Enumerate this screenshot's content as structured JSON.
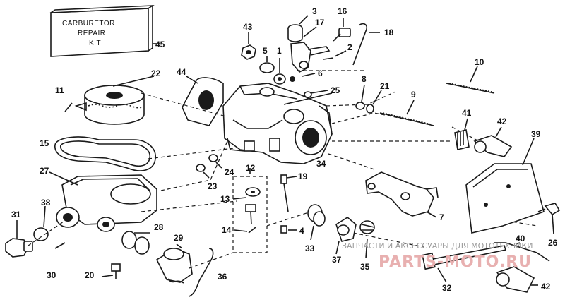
{
  "kit_box": {
    "line1": "CARBURETOR",
    "line2": "REPAIR",
    "line3": "KIT"
  },
  "watermark": {
    "line1": "ЗАПЧАСТИ И АКСЕССУАРЫ ДЛЯ МОТОТЕХНИКИ",
    "line2": "PARTS-MOTO.RU"
  },
  "callouts": {
    "n1": "1",
    "n2": "2",
    "n3": "3",
    "n4": "4",
    "n5": "5",
    "n6": "6",
    "n7": "7",
    "n8": "8",
    "n9": "9",
    "n10": "10",
    "n11": "11",
    "n12": "12",
    "n13": "13",
    "n14": "14",
    "n15": "15",
    "n16": "16",
    "n17": "17",
    "n18": "18",
    "n19": "19",
    "n20": "20",
    "n21": "21",
    "n22": "22",
    "n23": "23",
    "n24": "24",
    "n25": "25",
    "n26": "26",
    "n27": "27",
    "n28": "28",
    "n29": "29",
    "n30": "30",
    "n31": "31",
    "n32": "32",
    "n33": "33",
    "n34": "34",
    "n35": "35",
    "n36": "36",
    "n37": "37",
    "n38": "38",
    "n39": "39",
    "n40": "40",
    "n41": "41",
    "n42a": "42",
    "n42b": "42",
    "n43": "43",
    "n44": "44",
    "n45": "45"
  }
}
